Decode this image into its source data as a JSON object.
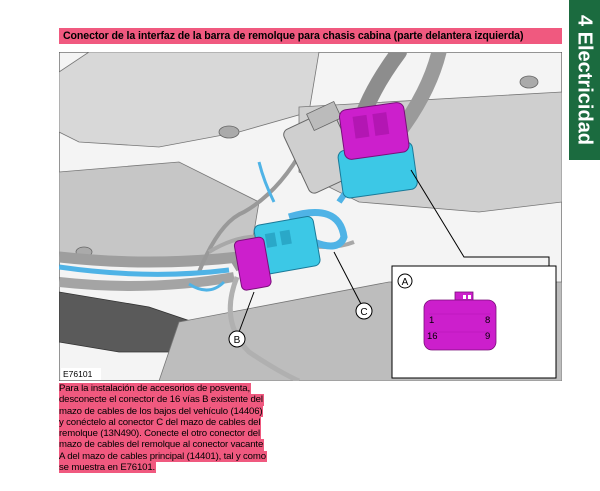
{
  "header": {
    "title": "Conector de la interfaz de la barra de remolque para chasis cabina (parte delantera izquierda)"
  },
  "side_tab": {
    "label": "4 Electricidad"
  },
  "figure": {
    "figure_id": "E76101",
    "callouts": [
      "A",
      "B",
      "C"
    ],
    "connector_pins": {
      "top_left": "1",
      "top_right": "8",
      "bottom_left": "16",
      "bottom_right": "9"
    }
  },
  "description": {
    "lines": [
      "Para la instalación de accesorios de posventa,",
      "desconecte el conector de 16 vías B existente del",
      "mazo de cables de los bajos del vehículo (14406)",
      "y conéctelo al conector C del mazo de cables del",
      "remolque (13N490). Conecte el otro conector del",
      "mazo de cables del remolque al conector vacante",
      "A del mazo de cables principal (14401), tal y como",
      "se muestra en E76101."
    ]
  },
  "colors": {
    "highlight": "#f0597f",
    "side_tab": "#1b6b3f",
    "connector_magenta": "#cc1fcc",
    "connector_cyan": "#3cc8e6",
    "wire_blue": "#4fb3e6"
  }
}
